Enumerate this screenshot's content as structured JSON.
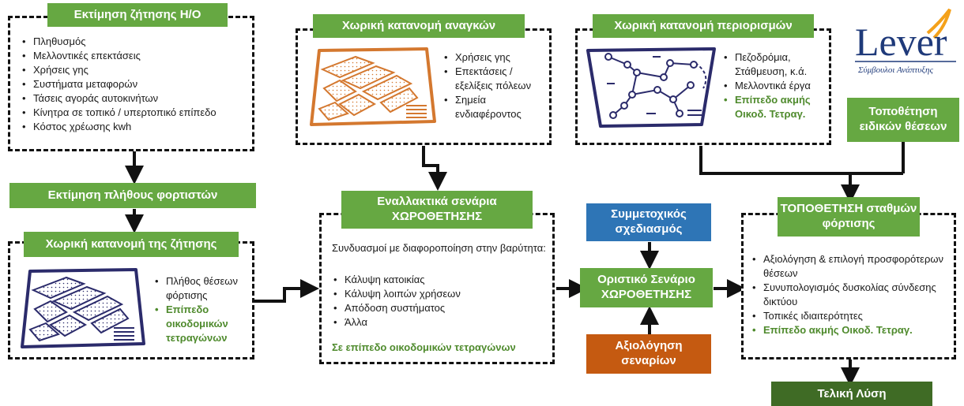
{
  "demand_estimation": {
    "title": "Εκτίμηση ζήτησης Η/Ο",
    "items": [
      "Πληθυσμός",
      "Μελλοντικές επεκτάσεις",
      "Χρήσεις γης",
      "Συστήματα μεταφορών",
      "Τάσεις αγοράς αυτοκινήτων",
      "Κίνητρα σε τοπικό / υπερτοπικό επίπεδο",
      "Κόστος χρέωσης kwh"
    ]
  },
  "charger_count": {
    "title": "Εκτίμηση πλήθους φορτιστών"
  },
  "demand_distribution": {
    "title": "Χωρική κατανομή της ζήτησης",
    "items": [
      "Πλήθος θέσεων φόρτισης"
    ],
    "highlight": "Επίπεδο οικοδομικών τετραγώνων"
  },
  "needs_distribution": {
    "title": "Χωρική κατανομή αναγκών",
    "items": [
      "Χρήσεις γης",
      "Επεκτάσεις / εξελίξεις πόλεων",
      "Σημεία ενδιαφέροντος"
    ]
  },
  "constraints_distribution": {
    "title": "Χωρική κατανομή περιορισμών",
    "items": [
      "Πεζοδρόμια, Στάθμευση, κ.ά.",
      "Μελλοντικά έργα"
    ],
    "highlight": "Επίπεδο ακμής Οικοδ. Τετραγ."
  },
  "logo": {
    "brand": "Lever",
    "tagline": "Σύμβουλοι Ανάπτυξης",
    "colors": {
      "navy": "#1f3a7a",
      "orange": "#f4a11a"
    }
  },
  "special_positions": {
    "title": "Τοποθέτηση ειδικών θέσεων"
  },
  "scenarios": {
    "title": "Εναλλακτικά σενάρια ΧΩΡΟΘΕΤΗΣΗΣ",
    "intro": "Συνδυασμοί με διαφοροποίηση στην βαρύτητα:",
    "items": [
      "Κάλυψη κατοικίας",
      "Κάλυψη λοιπών χρήσεων",
      "Απόδοση συστήματος",
      "Άλλα"
    ],
    "footer": "Σε επίπεδο οικοδομικών τετραγώνων"
  },
  "participatory": {
    "title": "Συμμετοχικός σχεδιασμός"
  },
  "final_scenario": {
    "title": "Οριστικό Σενάριο ΧΩΡΟΘΕΤΗΣΗΣ"
  },
  "scenario_eval": {
    "title": "Αξιολόγηση σεναρίων"
  },
  "placement": {
    "title": "ΤΟΠΟΘΕΤΗΣΗ σταθμών φόρτισης",
    "items": [
      "Αξιολόγηση & επιλογή προσφορότερων θέσεων",
      "Συνυπολογισμός δυσκολίας σύνδεσης δικτύου",
      "Τοπικές ιδιαιτερότητες"
    ],
    "highlight": "Επίπεδο ακμής Οικοδ. Τετραγ."
  },
  "final_solution": {
    "title": "Τελική Λύση"
  },
  "colors": {
    "green": "#66a842",
    "blue": "#2e75b6",
    "orange": "#c55a11",
    "dark_green": "#3f6b25",
    "map_navy": "#2b2b6b",
    "map_orange": "#d4782f"
  }
}
